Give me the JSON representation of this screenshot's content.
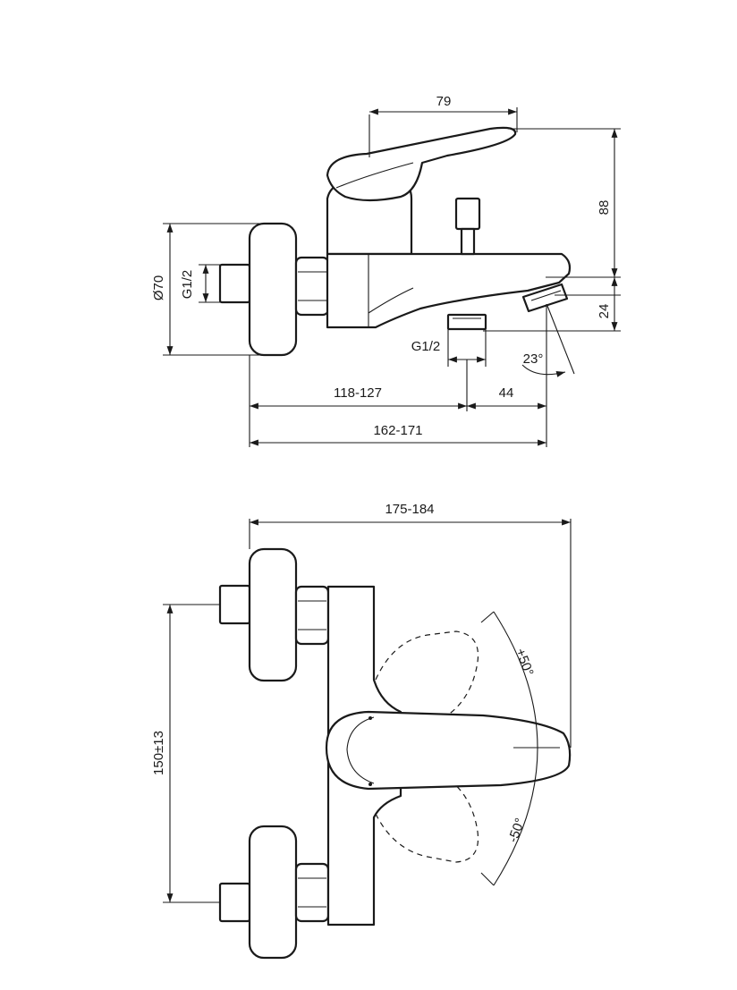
{
  "side_view": {
    "lever_length": "79",
    "height_top": "88",
    "spout_height": "24",
    "spout_angle": "23°",
    "inlet_thread": "G1/2",
    "outlet_thread": "G1/2",
    "rosette_diameter": "Ø70",
    "reach_inlet": "118-127",
    "reach_spout": "44",
    "total_reach": "162-171"
  },
  "top_view": {
    "total_width": "175-184",
    "inlet_spacing": "150±13",
    "rotation_up": "+50°",
    "rotation_down": "-50°"
  },
  "colors": {
    "line": "#1a1a1a",
    "background": "#ffffff"
  }
}
